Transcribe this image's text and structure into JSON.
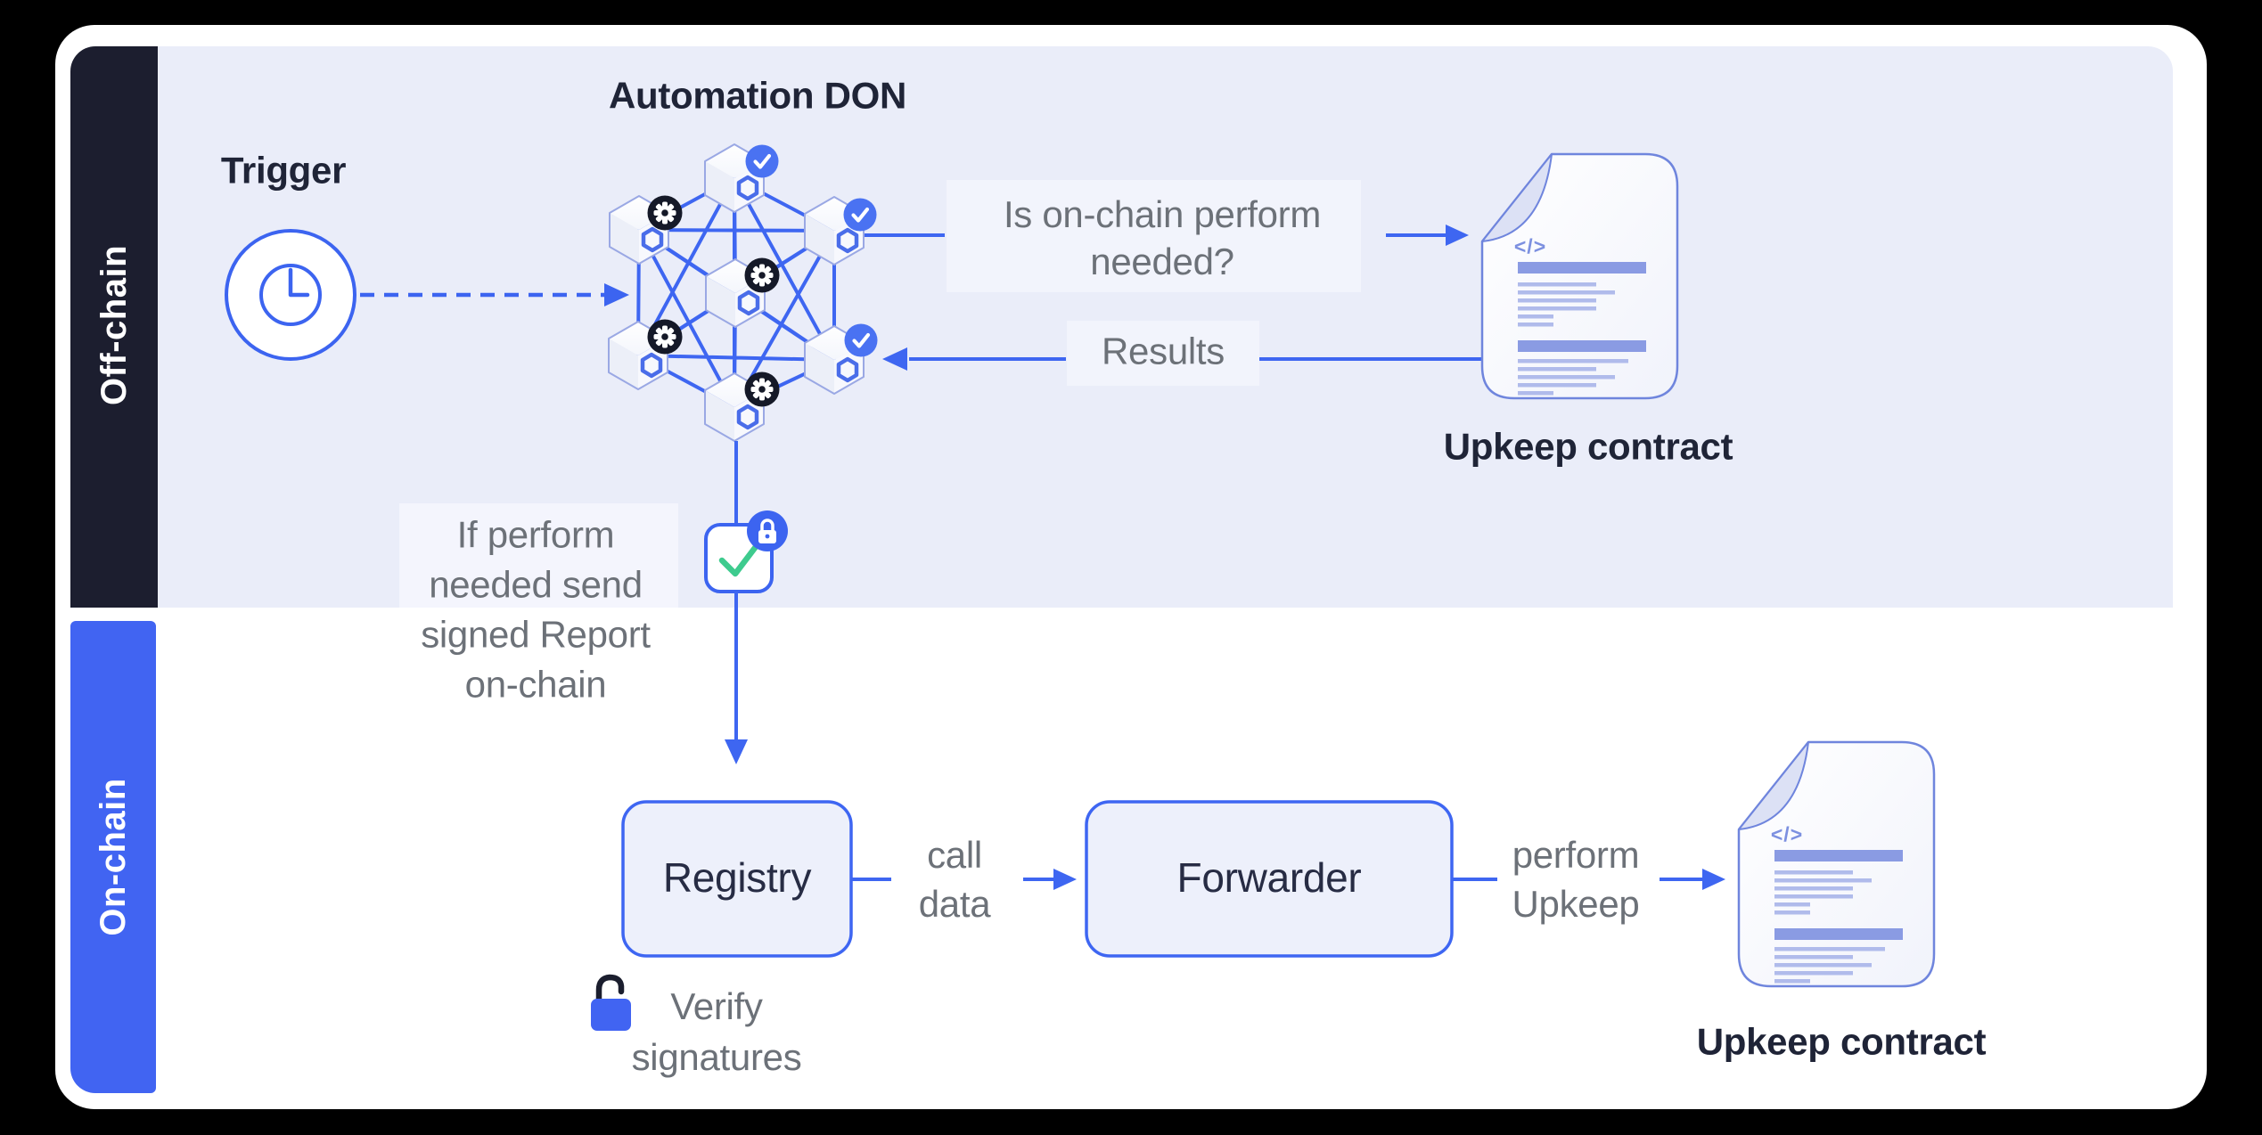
{
  "sidebar": {
    "offchain_label": "Off-chain",
    "onchain_label": "On-chain"
  },
  "offchain": {
    "trigger_label": "Trigger",
    "don_title": "Automation DON",
    "question_text": "Is on-chain perform\nneeded?",
    "results_label": "Results",
    "report_note": "If perform\nneeded send\nsigned Report\non-chain",
    "upkeep_contract_label": "Upkeep contract"
  },
  "onchain": {
    "registry_label": "Registry",
    "call_data_label": "call\ndata",
    "forwarder_label": "Forwarder",
    "perform_upkeep_label": "perform\nUpkeep",
    "upkeep_contract_label": "Upkeep contract",
    "verify_note": "Verify\nsignatures"
  },
  "document_icon": {
    "code_glyph": "</>"
  },
  "colors": {
    "accent_blue": "#3E66F1",
    "sidebar_dark": "#1C1E2F",
    "sidebar_blue": "#4164F2",
    "panel_lavender": "#EAEDF9",
    "highlight_box": "#F2F4FC",
    "text_dark": "#1F2437",
    "text_gray": "#6C7178",
    "check_green": "#3ECB8E",
    "badge_dark": "#151928",
    "badge_blue": "#4A72F2",
    "doc_border": "#6F85DD",
    "doc_line": "#8A9BE3"
  }
}
